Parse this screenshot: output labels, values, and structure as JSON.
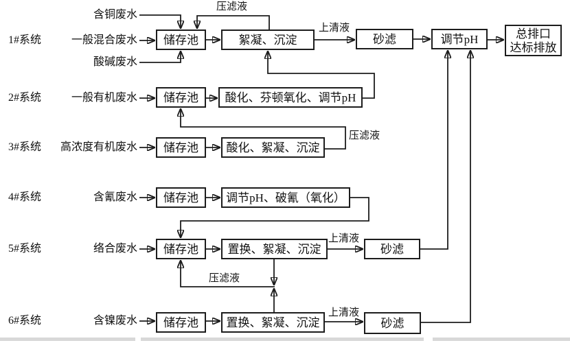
{
  "colors": {
    "background": "#ffffff",
    "line": "#1c1c1c",
    "box_fill": "#ffffff",
    "text": "#111111",
    "bottom_band": "#d8d8d8"
  },
  "systems": {
    "s1": {
      "label": "1#系统",
      "input_top": "含铜废水",
      "input_main": "一般混合废水",
      "input_bottom": "酸碱废水"
    },
    "s2": {
      "label": "2#系统",
      "input": "一般有机废水"
    },
    "s3": {
      "label": "3#系统",
      "input": "高浓度有机废水"
    },
    "s4": {
      "label": "4#系统",
      "input": "含氰废水"
    },
    "s5": {
      "label": "5#系统",
      "input": "络合废水"
    },
    "s6": {
      "label": "6#系统",
      "input": "含镍废水"
    }
  },
  "nodes": {
    "storage": "储存池",
    "s1_treatment": "絮凝、沉淀",
    "s1_sand_filter": "砂滤",
    "ph_adjust": "调节pH",
    "outfall_line1": "总排口",
    "outfall_line2": "达标排放",
    "s2_treatment": "酸化、芬顿氧化、调节pH",
    "s3_treatment": "酸化、絮凝、沉淀",
    "s4_treatment": "调节pH、破氰（氧化）",
    "s5_treatment": "置换、絮凝、沉淀",
    "s5_sand_filter": "砂滤",
    "s6_treatment": "置换、絮凝、沉淀",
    "s6_sand_filter": "砂滤"
  },
  "flow_labels": {
    "s1_filtrate": "压滤液",
    "s1_supernatant": "上清液",
    "s3_filtrate": "压滤液",
    "s5_supernatant": "上清液",
    "s56_filtrate": "压滤液",
    "s6_supernatant": "上清液"
  }
}
